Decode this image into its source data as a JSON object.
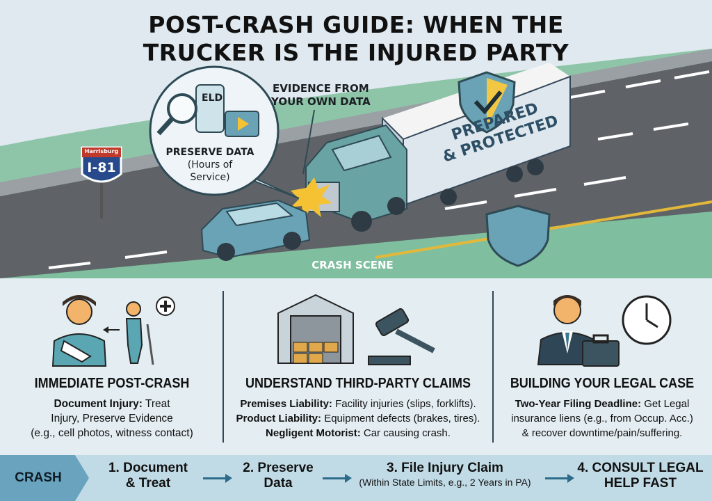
{
  "title": {
    "line1": "POST-CRASH GUIDE: WHEN THE",
    "line2": "TRUCKER IS THE INJURED PARTY"
  },
  "scene": {
    "evidence_label": [
      "EVIDENCE FROM",
      "YOUR OWN DATA"
    ],
    "bubble_eld": "ELD",
    "bubble_title": "PRESERVE DATA",
    "bubble_sub": [
      "(Hours of",
      "Service)"
    ],
    "sign_city": "Harrisburg",
    "sign_route": "I-81",
    "trailer_text": [
      "PREPARED",
      "& PROTECTED"
    ],
    "crash_label": "CRASH SCENE"
  },
  "columns": [
    {
      "heading": "IMMEDIATE POST-CRASH",
      "lines": [
        {
          "b": "Document Injury:",
          "t": " Treat"
        },
        {
          "b": "",
          "t": "Injury, Preserve Evidence"
        },
        {
          "b": "",
          "t": "(e.g., cell photos, witness contact)"
        }
      ]
    },
    {
      "heading": "UNDERSTAND THIRD-PARTY CLAIMS",
      "lines": [
        {
          "b": "Premises Liability:",
          "t": " Facility injuries (slips, forklifts)."
        },
        {
          "b": "Product Liability:",
          "t": " Equipment defects (brakes, tires)."
        },
        {
          "b": "Negligent Motorist:",
          "t": " Car causing crash."
        }
      ]
    },
    {
      "heading": "BUILDING YOUR LEGAL CASE",
      "lines": [
        {
          "b": "Two-Year Filing Deadline:",
          "t": " Get Legal"
        },
        {
          "b": "",
          "t": "insurance liens (e.g., from Occup. Acc.)"
        },
        {
          "b": "",
          "t": "& recover downtime/pain/suffering."
        }
      ]
    }
  ],
  "flow": {
    "start": "CRASH",
    "steps": [
      {
        "line1": "1. Document",
        "line2": "& Treat",
        "note": ""
      },
      {
        "line1": "2. Preserve",
        "line2": "Data",
        "note": ""
      },
      {
        "line1": "3. File Injury Claim",
        "line2": "",
        "note": "(Within State Limits, e.g., 2 Years in PA)"
      },
      {
        "line1": "4. CONSULT LEGAL",
        "line2": "HELP FAST",
        "note": ""
      }
    ]
  },
  "icons": [
    "eld-phone-icon",
    "magnifier-icon",
    "video-icon",
    "shield-check-icon",
    "shield-icon",
    "injured-driver-icon",
    "medical-cross-icon",
    "warehouse-icon",
    "gavel-icon",
    "lawyer-icon",
    "clock-icon",
    "briefcase-icon"
  ],
  "colors": {
    "accent": "#6aa3bd",
    "truck": "#6aa3a3",
    "road": "#5f6367",
    "background": "#e4edf2"
  }
}
